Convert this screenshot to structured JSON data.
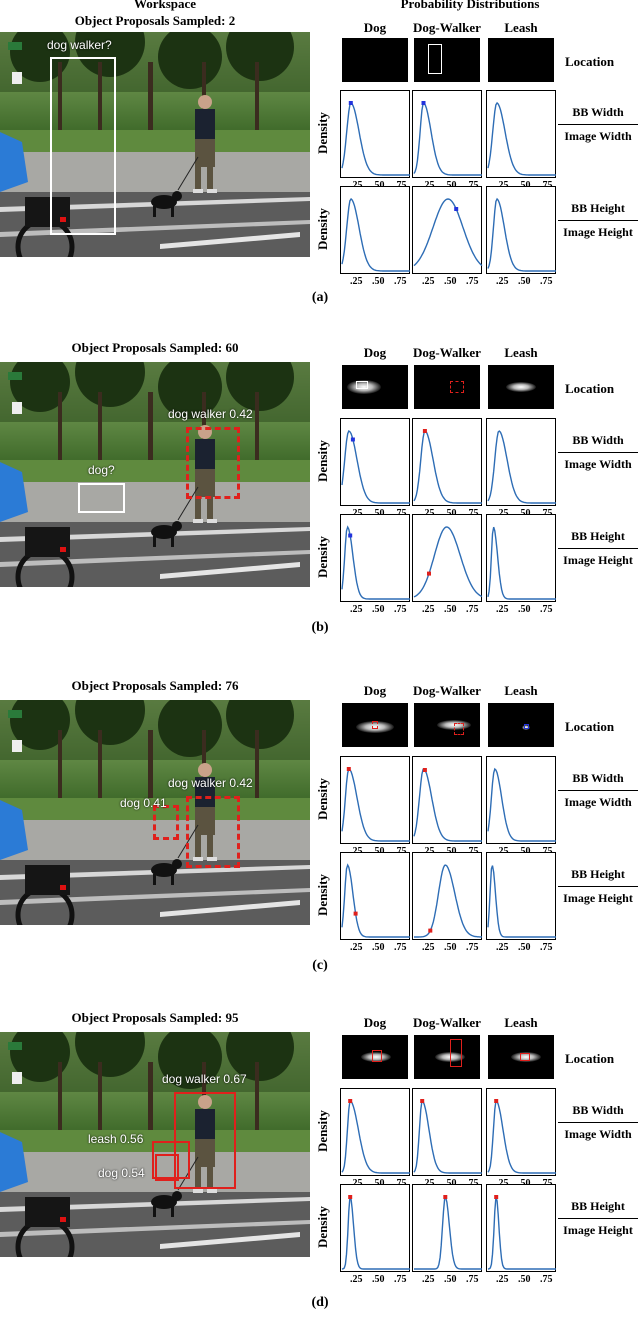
{
  "headers": {
    "workspace": "Workspace",
    "prob": "Probability Distributions"
  },
  "column_labels": [
    "Dog",
    "Dog-Walker",
    "Leash"
  ],
  "row_labels": {
    "location": "Location",
    "width_num": "BB Width",
    "width_den": "Image Width",
    "height_num": "BB Height",
    "height_den": "Image Height",
    "density": "Density"
  },
  "ticks": [
    ".25",
    ".50",
    ".75"
  ],
  "panels": [
    {
      "caption": "(a)",
      "title": "Object Proposals Sampled: 2",
      "labels": [
        {
          "text": "dog walker?"
        }
      ]
    },
    {
      "caption": "(b)",
      "title": "Object Proposals Sampled: 60",
      "labels": [
        {
          "text": "dog walker 0.42"
        },
        {
          "text": "dog?"
        }
      ]
    },
    {
      "caption": "(c)",
      "title": "Object Proposals Sampled: 76",
      "labels": [
        {
          "text": "dog walker 0.42"
        },
        {
          "text": "dog 0.41"
        }
      ]
    },
    {
      "caption": "(d)",
      "title": "Object Proposals Sampled: 95",
      "labels": [
        {
          "text": "dog walker 0.67"
        },
        {
          "text": "leash 0.56"
        },
        {
          "text": "dog 0.54"
        }
      ]
    }
  ],
  "colors": {
    "curve": "#2e6db5",
    "box_red": "#e0201c",
    "box_white": "#ffffff",
    "marker_blue": "#2233dd"
  }
}
